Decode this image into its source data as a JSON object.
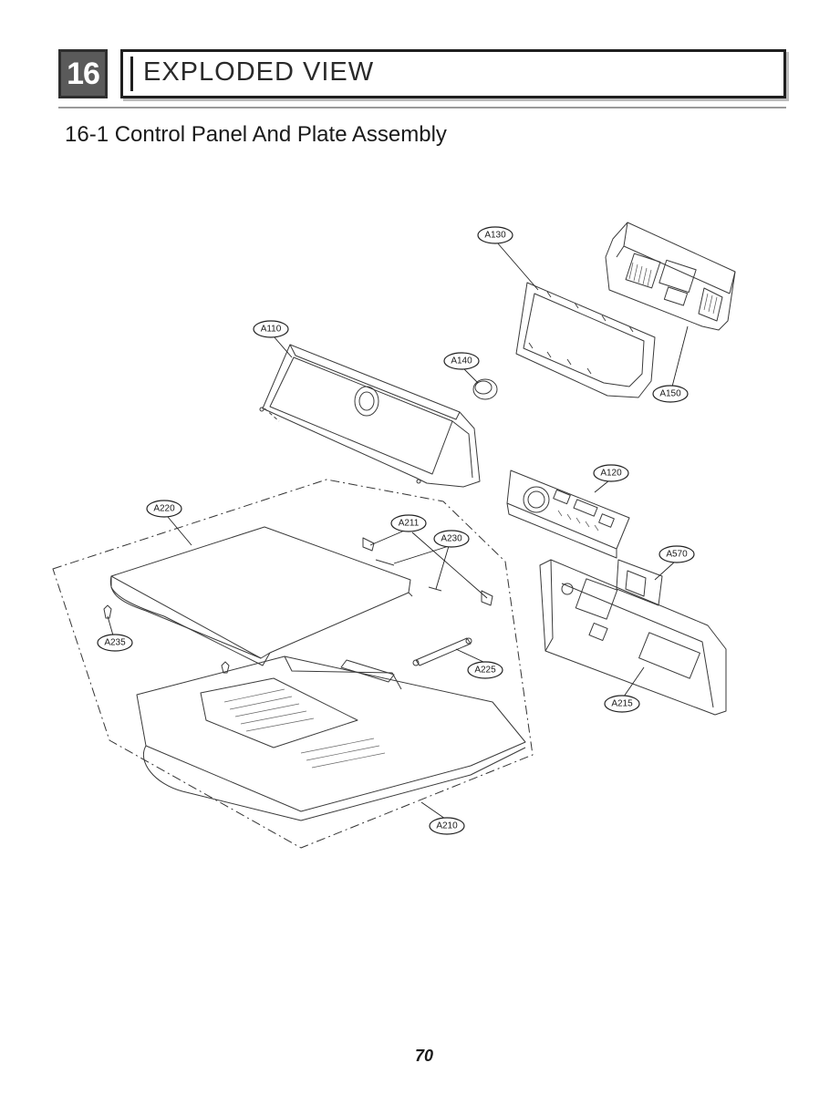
{
  "header": {
    "section_number": "16",
    "title": "EXPLODED VIEW"
  },
  "subtitle": "16-1 Control Panel And Plate Assembly",
  "callouts": {
    "A130": "A130",
    "A110": "A110",
    "A140": "A140",
    "A150": "A150",
    "A120": "A120",
    "A220": "A220",
    "A211": "A211",
    "A230": "A230",
    "A570": "A570",
    "A235": "A235",
    "A225": "A225",
    "A215": "A215",
    "A210": "A210"
  },
  "page_number": "70"
}
